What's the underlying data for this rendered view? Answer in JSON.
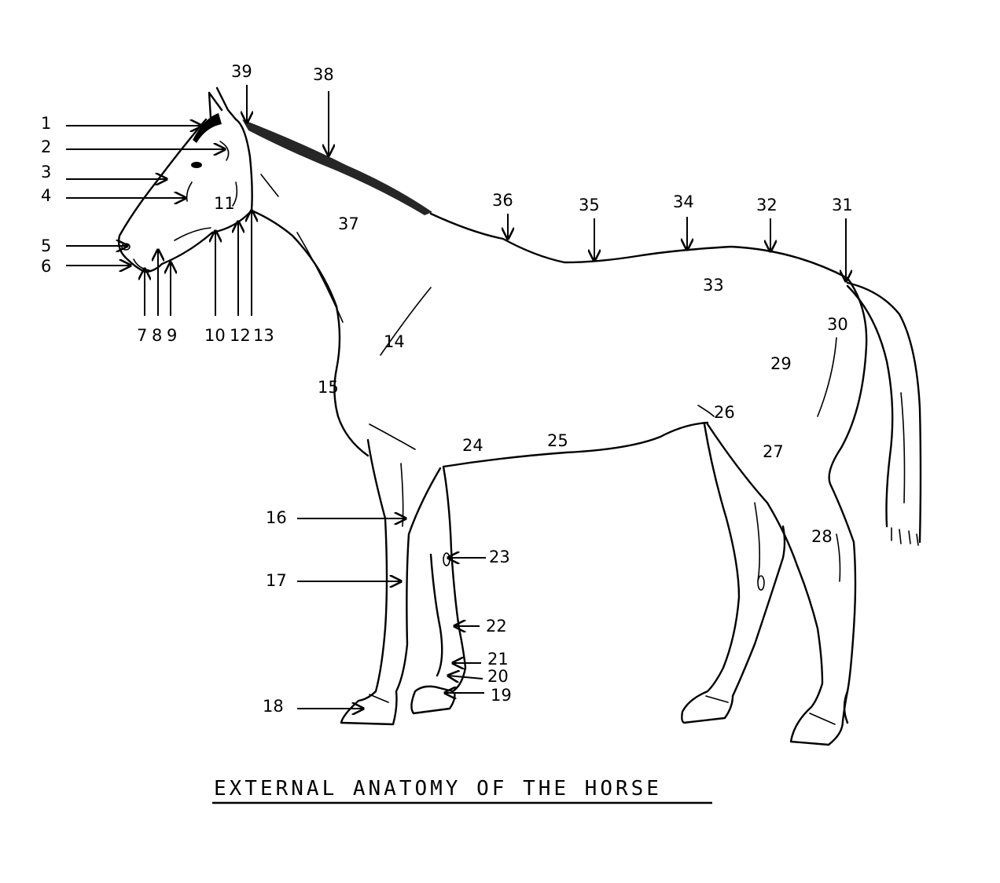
{
  "title": "EXTERNAL ANATOMY OF THE HORSE",
  "labels": {
    "n1": "1",
    "n2": "2",
    "n3": "3",
    "n4": "4",
    "n5": "5",
    "n6": "6",
    "n7": "7",
    "n8": "8",
    "n9": "9",
    "n10": "10",
    "n11": "11",
    "n12": "12",
    "n13": "13",
    "n14": "14",
    "n15": "15",
    "n16": "16",
    "n17": "17",
    "n18": "18",
    "n19": "19",
    "n20": "20",
    "n21": "21",
    "n22": "22",
    "n23": "23",
    "n24": "24",
    "n25": "25",
    "n26": "26",
    "n27": "27",
    "n28": "28",
    "n29": "29",
    "n30": "30",
    "n31": "31",
    "n32": "32",
    "n33": "33",
    "n34": "34",
    "n35": "35",
    "n36": "36",
    "n37": "37",
    "n38": "38",
    "n39": "39"
  }
}
